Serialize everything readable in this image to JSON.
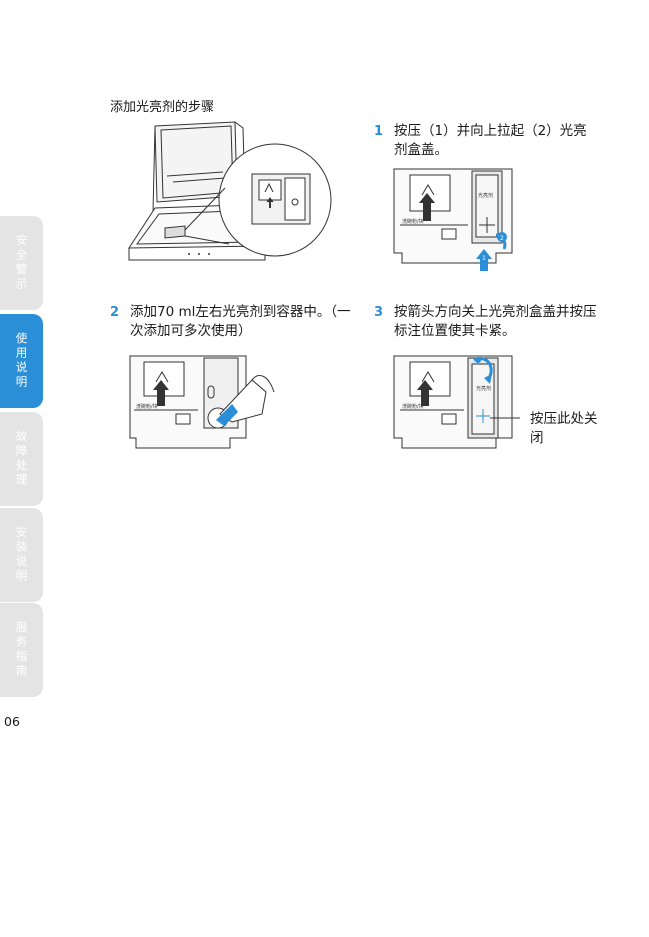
{
  "section_title": "添加光亮剂的步骤",
  "steps": [
    {
      "num": "1",
      "text": "按压（1）并向上拉起（2）光亮剂盒盖。"
    },
    {
      "num": "2",
      "text": "添加70 ml左右光亮剂到容器中。（一次添加可多次使用）"
    },
    {
      "num": "3",
      "text": "按箭头方向关上光亮剂盒盖并按压标注位置使其卡紧。"
    }
  ],
  "press_label": "按压此处关闭",
  "dispenser": {
    "detergent_label": "洗碗粉/块",
    "rinse_aid_label": "光亮剂"
  },
  "callouts": {
    "one": "1",
    "two": "2"
  },
  "side_tabs": [
    {
      "label": "安全警示",
      "active": false
    },
    {
      "label": "使用说明",
      "active": true
    },
    {
      "label": "故障处理",
      "active": false
    },
    {
      "label": "安装说明",
      "active": false
    },
    {
      "label": "服务指南",
      "active": false
    }
  ],
  "page_number": "06",
  "colors": {
    "accent": "#2a8fd6",
    "tab_inactive": "#e4e4e4",
    "lid_blue": "#2a8fd6"
  }
}
